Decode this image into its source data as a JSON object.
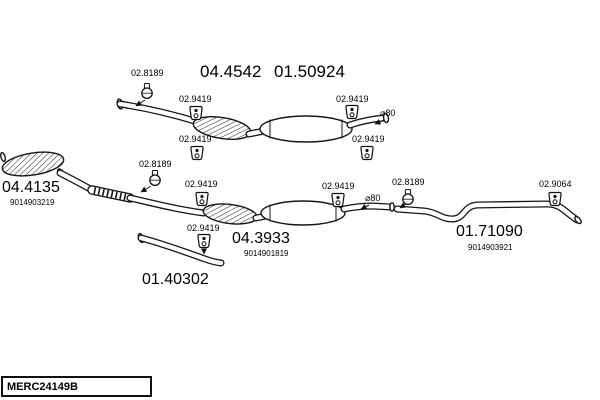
{
  "figure": {
    "drawing_code": "MERC24149B",
    "diameter_note": "⌀80",
    "parts": {
      "top_catalyst": {
        "number": "04.4542"
      },
      "top_muffler": {
        "number": "01.50924"
      },
      "front_catalyst": {
        "number": "04.4135",
        "oe_ref": "9014903219"
      },
      "center_muffler": {
        "number": "04.3933",
        "oe_ref": "9014901819"
      },
      "front_pipe": {
        "number": "01.40302"
      },
      "tail_pipe": {
        "number": "01.71090",
        "oe_ref": "9014903921"
      }
    },
    "fittings": {
      "clamp": {
        "number": "02.8189"
      },
      "rubber_hanger": {
        "number": "02.9419"
      },
      "rear_hanger": {
        "number": "02.9064"
      }
    }
  }
}
